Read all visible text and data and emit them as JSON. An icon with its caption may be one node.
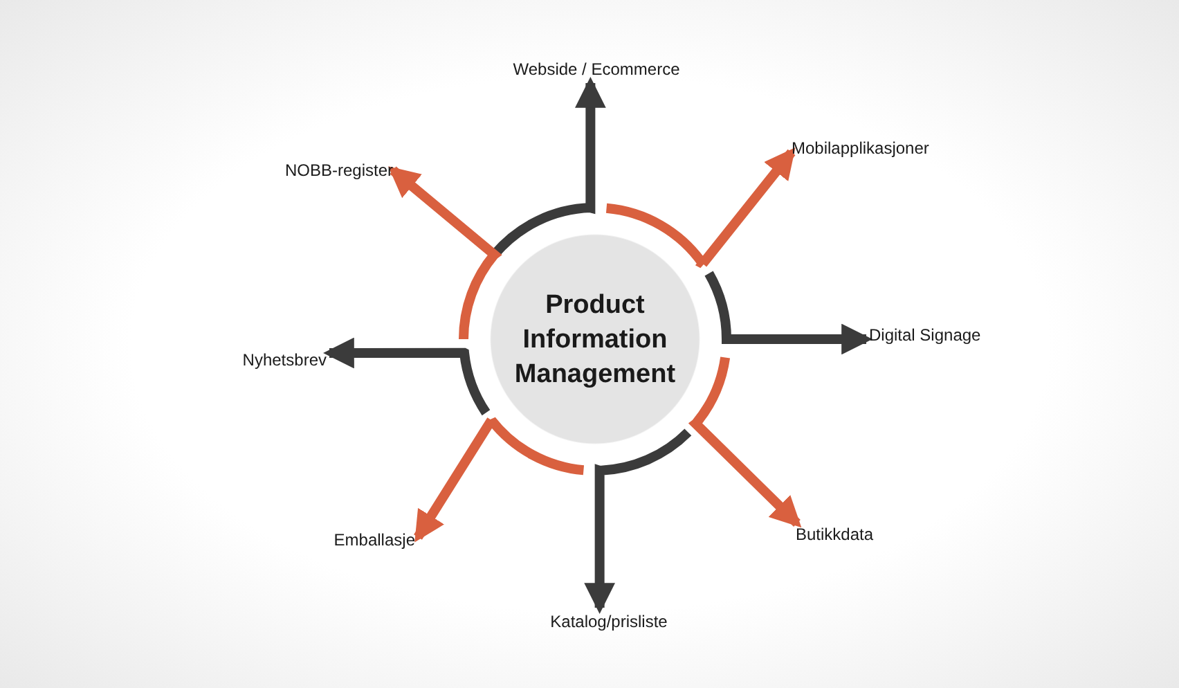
{
  "diagram": {
    "nodes": [
      {
        "text": [
          "Product Information Management"
        ]
      },
      {
        "text": [
          "Webside / Ecommerce"
        ]
      },
      {
        "text": [
          "Mobilapplikasjoner"
        ]
      },
      {
        "text": [
          "Digital Signage"
        ]
      },
      {
        "text": [
          "Butikkdata"
        ]
      },
      {
        "text": [
          "Katalog/prisliste"
        ]
      },
      {
        "text": [
          "Emballasje"
        ]
      },
      {
        "text": [
          "Nyhetsbrev"
        ]
      },
      {
        "text": [
          "NOBB-register"
        ]
      }
    ],
    "edges": [
      {
        "from": 0,
        "to": 1,
        "arrow": "to",
        "color": "#3b3b3b"
      },
      {
        "from": 0,
        "to": 2,
        "arrow": "to",
        "color": "#d9603f"
      },
      {
        "from": 0,
        "to": 3,
        "arrow": "to",
        "color": "#3b3b3b"
      },
      {
        "from": 0,
        "to": 4,
        "arrow": "to",
        "color": "#d9603f"
      },
      {
        "from": 0,
        "to": 5,
        "arrow": "to",
        "color": "#3b3b3b"
      },
      {
        "from": 0,
        "to": 6,
        "arrow": "to",
        "color": "#d9603f"
      },
      {
        "from": 0,
        "to": 7,
        "arrow": "to",
        "color": "#3b3b3b"
      },
      {
        "from": 0,
        "to": 8,
        "arrow": "to",
        "color": "#d9603f"
      }
    ]
  }
}
